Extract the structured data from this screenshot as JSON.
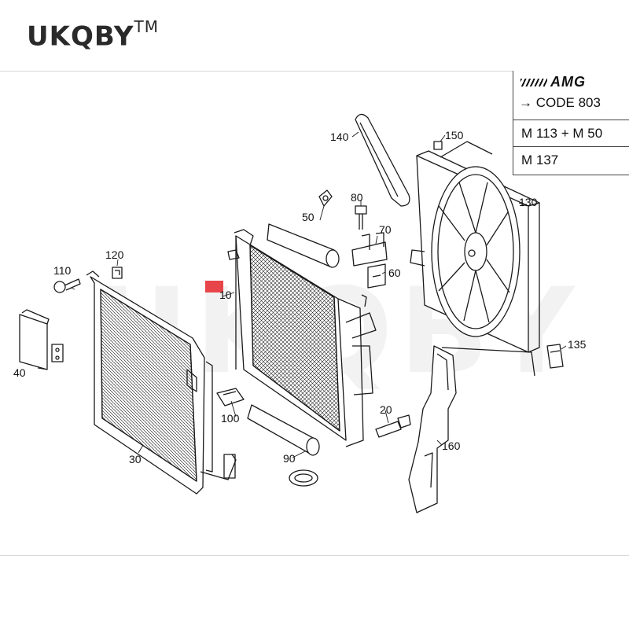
{
  "brand": {
    "name": "UKQBY",
    "tm": "TM"
  },
  "watermark": "UKQBY",
  "code_box": {
    "logo": "AMG",
    "code": "CODE 803",
    "row1": "M 113 + M 50",
    "row2": "M 137"
  },
  "parts": {
    "p10": "10",
    "p20": "20",
    "p30": "30",
    "p40": "40",
    "p50": "50",
    "p60": "60",
    "p70": "70",
    "p80": "80",
    "p90": "90",
    "p100": "100",
    "p110": "110",
    "p120": "120",
    "p130": "130",
    "p135": "135",
    "p140": "140",
    "p150": "150",
    "p160": "160"
  },
  "colors": {
    "marker": "#e8454a",
    "line": "#1a1a1a",
    "fill": "#ffffff"
  }
}
